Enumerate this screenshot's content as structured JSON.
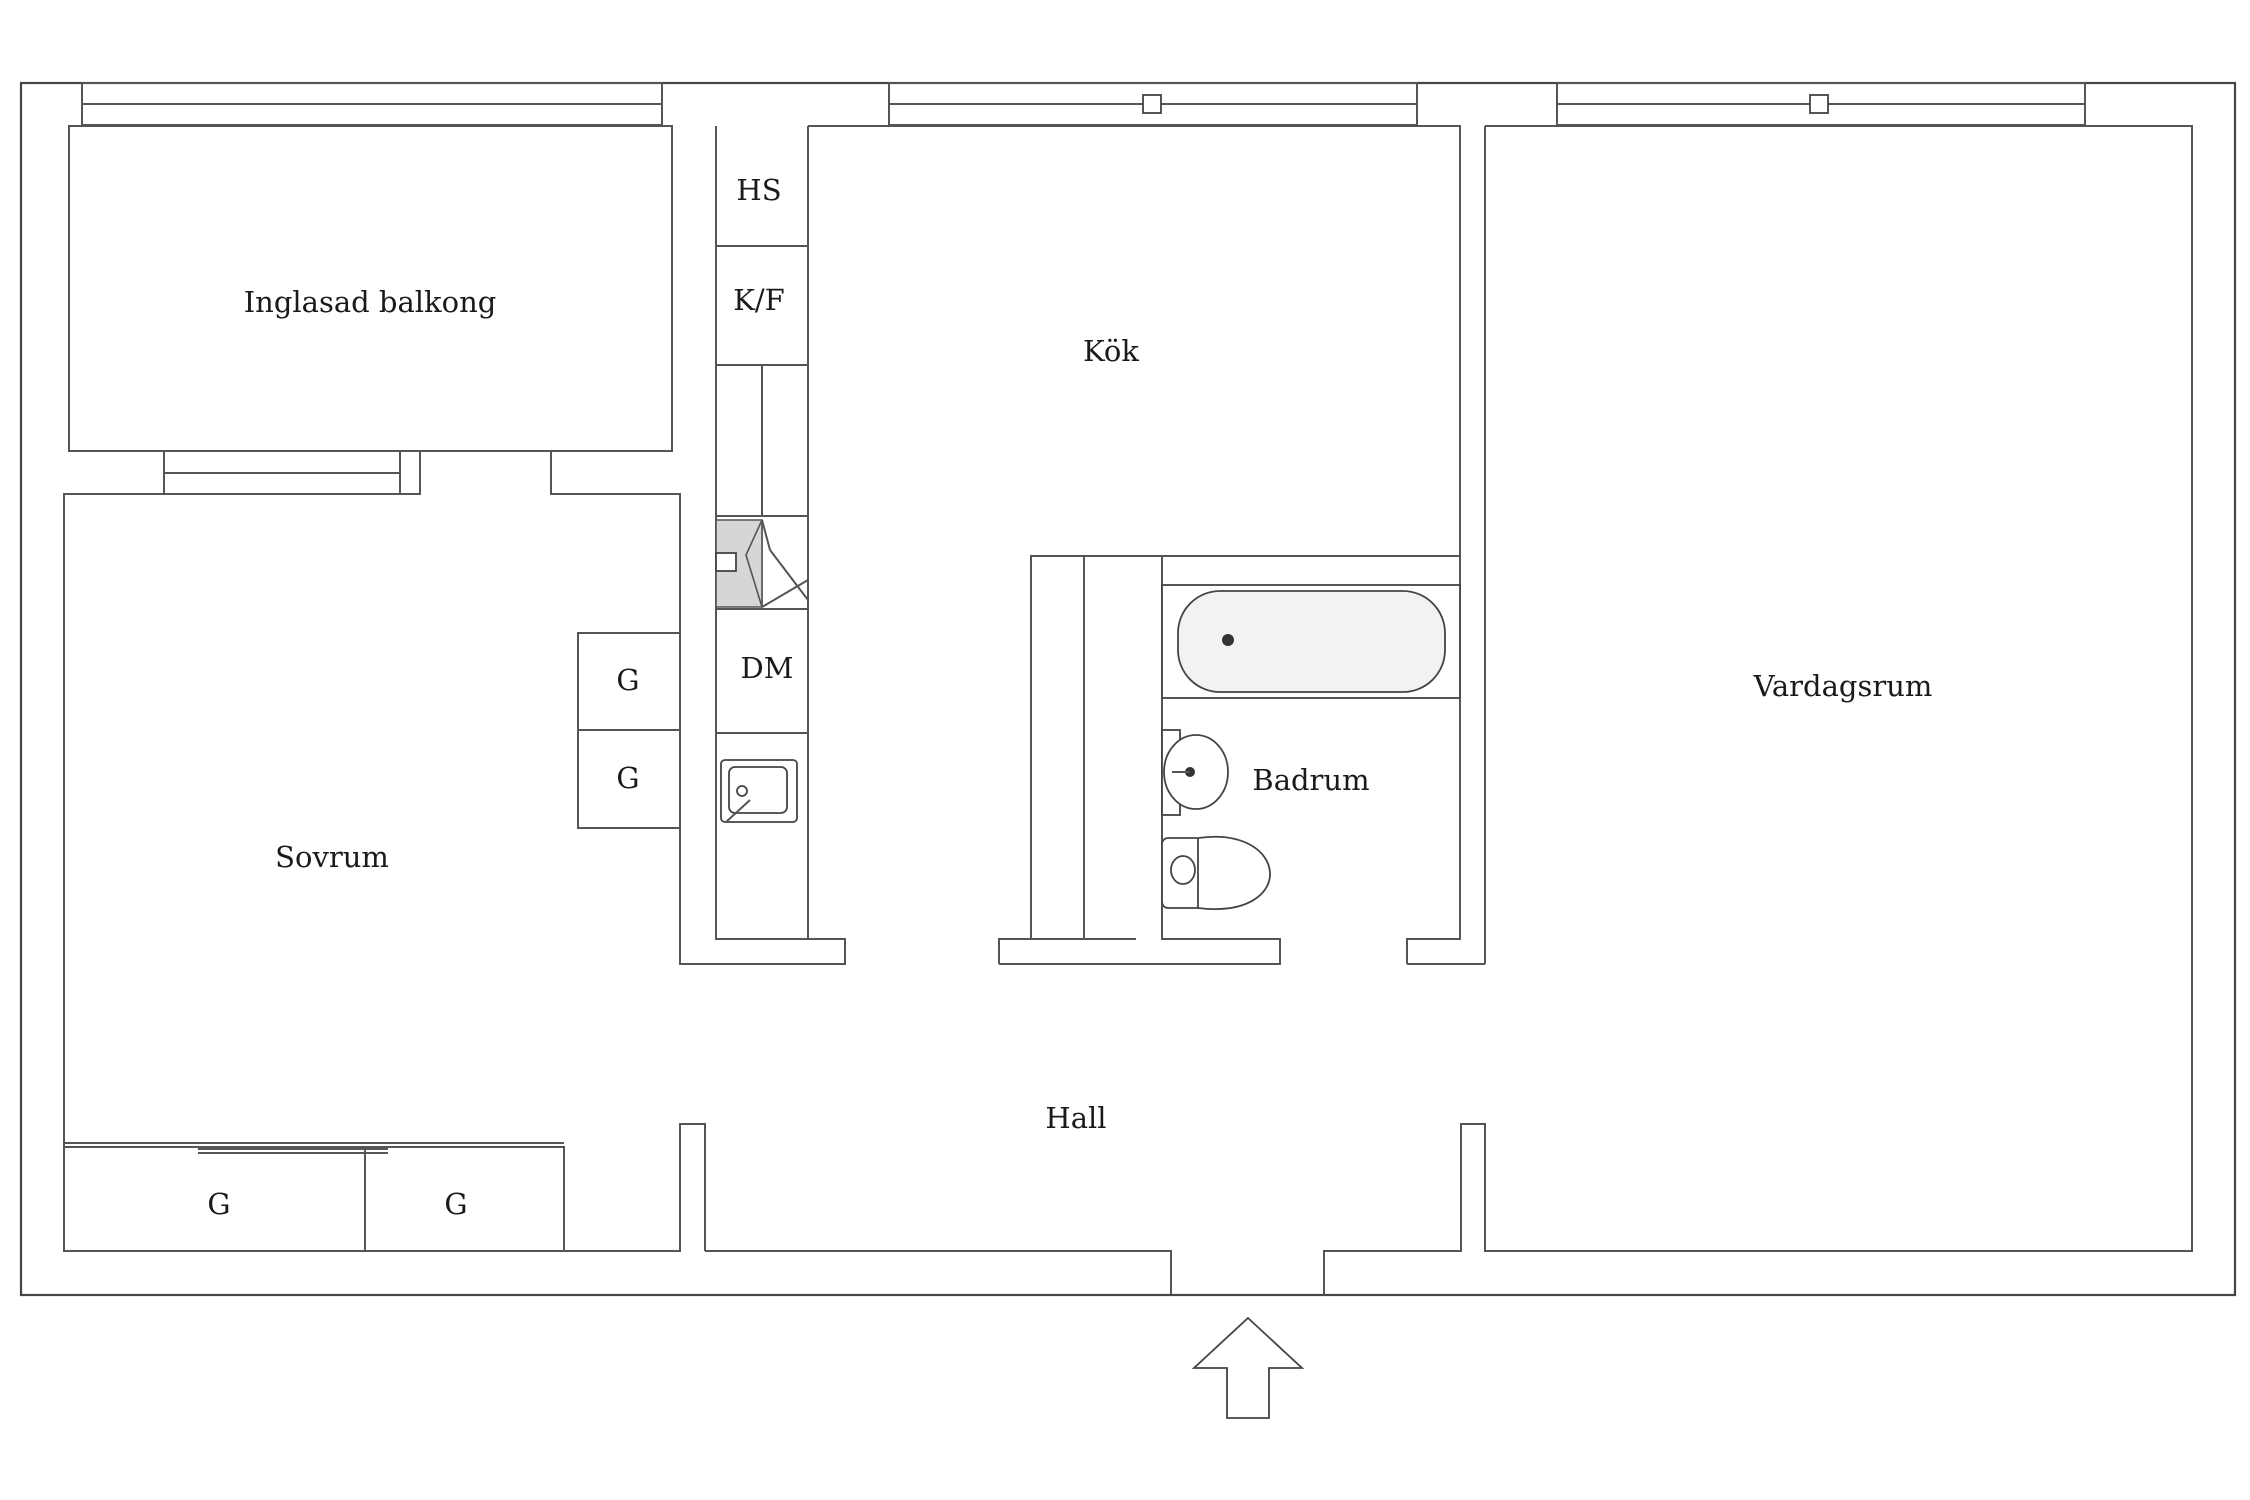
{
  "rooms": {
    "balcony": "Inglasad balkong",
    "kitchen": "Kök",
    "living": "Vardagsrum",
    "bedroom": "Sovrum",
    "bathroom": "Badrum",
    "hall": "Hall"
  },
  "fixtures": {
    "hs": "HS",
    "kf": "K/F",
    "dm": "DM",
    "wardrobe": "G"
  }
}
